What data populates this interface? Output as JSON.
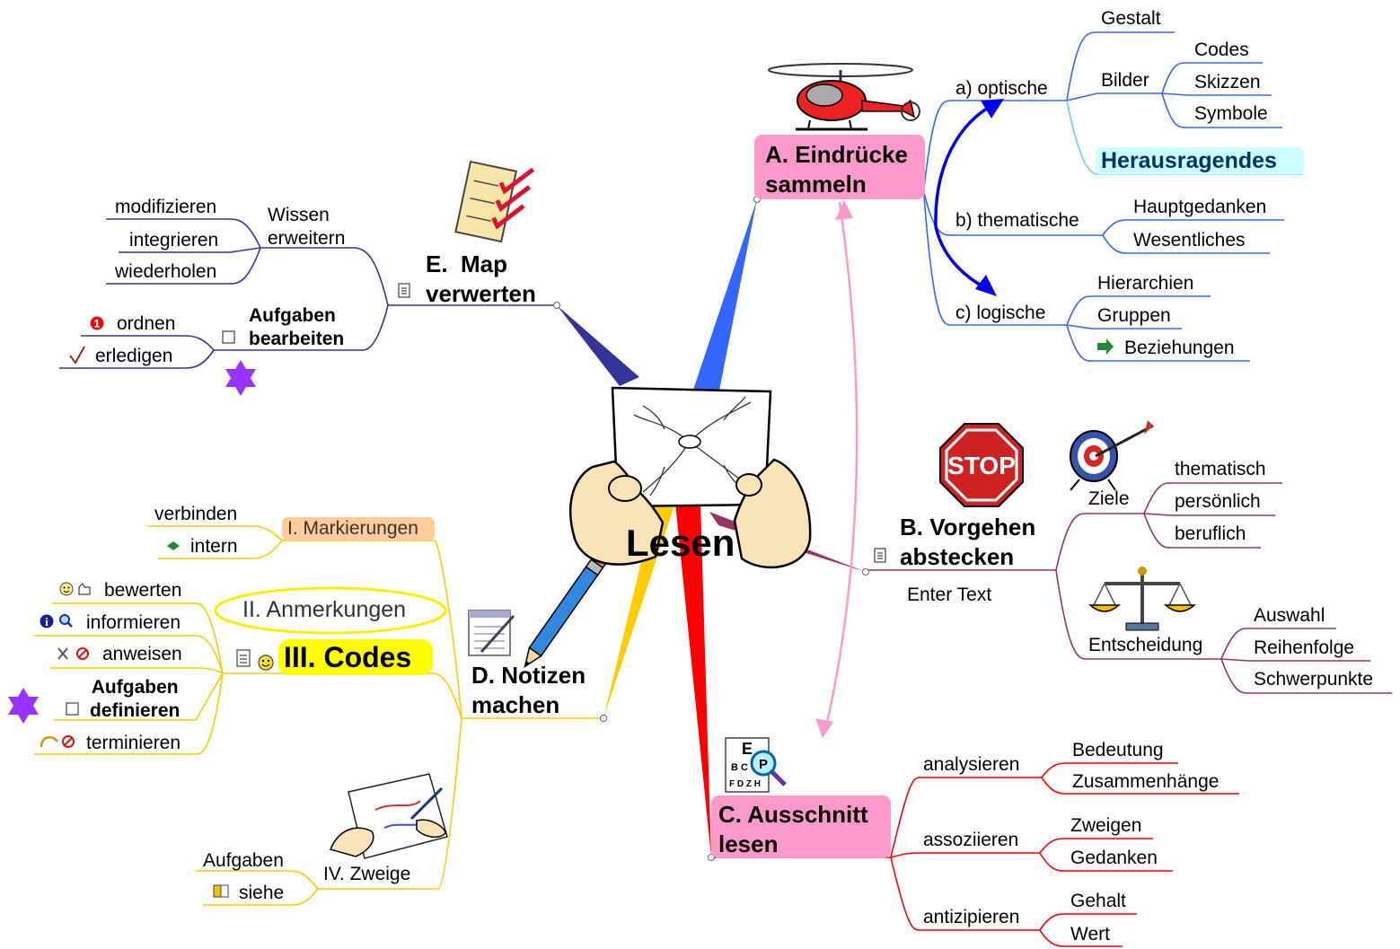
{
  "center": {
    "label": "Lesen"
  },
  "branch_a": {
    "title_line1": "A. Eindrücke",
    "title_line2": "sammeln",
    "optische": {
      "label": "a) optische",
      "gestalt": "Gestalt",
      "bilder": "Bilder",
      "bilder_items": [
        "Codes",
        "Skizzen",
        "Symbole"
      ],
      "herausragendes": "Herausragendes"
    },
    "thematische": {
      "label": "b) thematische",
      "items": [
        "Hauptgedanken",
        "Wesentliches"
      ]
    },
    "logische": {
      "label": "c) logische",
      "items": [
        "Hierarchien",
        "Gruppen",
        "Beziehungen"
      ]
    }
  },
  "branch_b": {
    "title_line1": "B. Vorgehen",
    "title_line2": "abstecken",
    "note": "Enter Text",
    "ziele": {
      "label": "Ziele",
      "items": [
        "thematisch",
        "persönlich",
        "beruflich"
      ]
    },
    "entscheidung": {
      "label": "Entscheidung",
      "items": [
        "Auswahl",
        "Reihenfolge",
        "Schwerpunkte"
      ]
    },
    "stop_sign": "STOP"
  },
  "branch_c": {
    "title_line1": "C.  Ausschnitt",
    "title_line2": "lesen",
    "analysieren": {
      "label": "analysieren",
      "items": [
        "Bedeutung",
        "Zusammenhänge"
      ]
    },
    "assoziieren": {
      "label": "assoziieren",
      "items": [
        "Zweigen",
        "Gedanken"
      ]
    },
    "antizipieren": {
      "label": "antizipieren",
      "items": [
        "Gehalt",
        "Wert"
      ]
    }
  },
  "branch_d": {
    "title_line1": "D. Notizen",
    "title_line2": "machen",
    "markierungen": {
      "label": "I. Markierungen",
      "items": [
        "verbinden",
        "intern"
      ]
    },
    "anmerkungen": {
      "label": "II. Anmerkungen"
    },
    "codes": {
      "label": "III. Codes",
      "items": [
        "bewerten",
        "informieren",
        "anweisen"
      ],
      "aufgaben_line1": "Aufgaben",
      "aufgaben_line2": "definieren",
      "terminieren": "terminieren"
    },
    "zweige": {
      "label": "IV. Zweige",
      "items": [
        "Aufgaben",
        "siehe"
      ]
    }
  },
  "branch_e": {
    "title_line1": "E.  Map",
    "title_line2": "verwerten",
    "wissen": {
      "label_line1": "Wissen",
      "label_line2": "erweitern",
      "items": [
        "modifizieren",
        "integrieren",
        "wiederholen"
      ]
    },
    "aufgaben": {
      "label_line1": "Aufgaben",
      "label_line2": "bearbeiten",
      "items": [
        "ordnen",
        "erledigen"
      ]
    }
  },
  "colors": {
    "branch_a": "#3366ff",
    "branch_b": "#993366",
    "branch_c": "#ff0000",
    "branch_d": "#ffcc00",
    "branch_e": "#333399",
    "topic_box": "#ff99cc",
    "highlight_cyan": "#ccffff",
    "highlight_yellow": "#ffff00",
    "markierungen_box": "#ffcc99",
    "arrow_pink": "#ff99cc",
    "arrow_blue": "#0000ff"
  },
  "icons": [
    "helicopter-icon",
    "stop-sign-icon",
    "target-icon",
    "scales-icon",
    "eye-chart-icon",
    "notepad-icon",
    "pencil-icon",
    "checklist-icon",
    "hands-map-icon",
    "drawing-hand-icon",
    "star-icon",
    "note-icon",
    "arrow-right-icon",
    "checkbox-icon",
    "priority-icon",
    "checkmark-icon",
    "smiley-icon",
    "info-icon",
    "search-icon",
    "tools-icon",
    "stop-icon",
    "clock-icon",
    "link-icon",
    "book-icon"
  ]
}
